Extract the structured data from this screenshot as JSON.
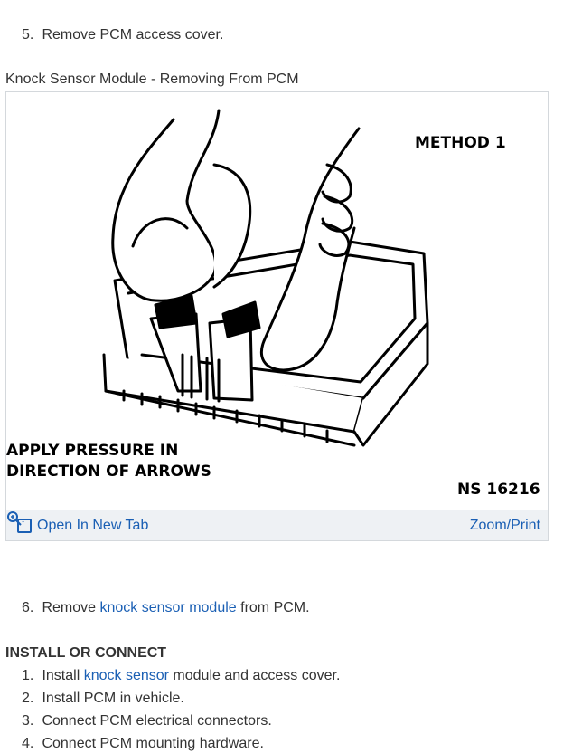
{
  "steps_before": [
    {
      "number": "5.",
      "text": "Remove PCM access cover."
    }
  ],
  "figure": {
    "caption": "Knock Sensor Module - Removing From PCM",
    "label_method": "METHOD 1",
    "label_pressure_line1": "APPLY PRESSURE IN",
    "label_pressure_line2": "DIRECTION OF ARROWS",
    "label_id": "NS 16216",
    "open_new_tab": "Open In New Tab",
    "zoom_print": "Zoom/Print",
    "open_icon": "open-in-new-tab-icon",
    "zoom_icon": "zoom-icon"
  },
  "step6": {
    "number": "6.",
    "before": "Remove",
    "link": "knock sensor module",
    "after": "from PCM."
  },
  "install": {
    "heading": "INSTALL OR CONNECT",
    "step1": {
      "number": "1.",
      "before": "Install",
      "link": "knock sensor",
      "after": "module and access cover."
    },
    "step2": {
      "number": "2.",
      "text": "Install PCM in vehicle."
    },
    "step3": {
      "number": "3.",
      "text": "Connect PCM electrical connectors."
    },
    "step4": {
      "number": "4.",
      "text": "Connect PCM mounting hardware."
    }
  },
  "colors": {
    "link": "#1a5fb4",
    "text": "#333333",
    "toolbar_bg": "#eef1f4"
  }
}
